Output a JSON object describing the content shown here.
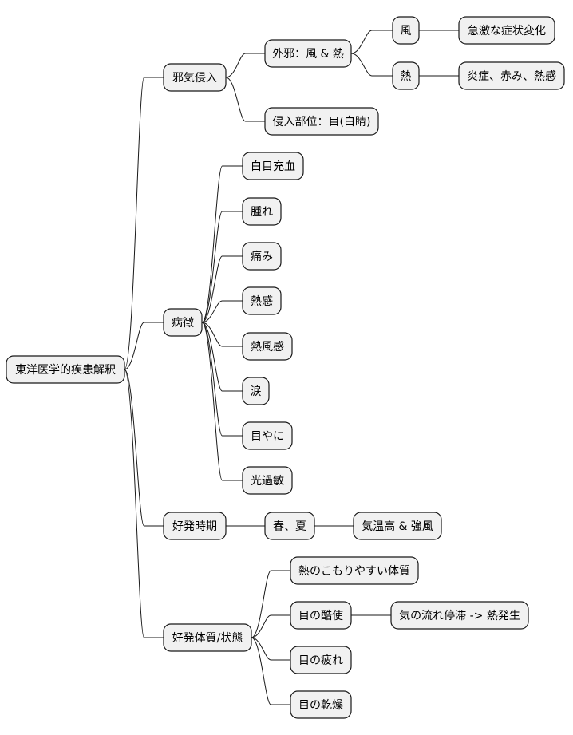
{
  "nodes": {
    "root": "東洋医学的疾患解釈",
    "b1": "邪気侵入",
    "b1_1": "外邪：風 & 熱",
    "b1_1_1": "風",
    "b1_1_1_1": "急激な症状変化",
    "b1_1_2": "熱",
    "b1_1_2_1": "炎症、赤み、熱感",
    "b1_2": "侵入部位：目(白睛)",
    "b2": "病徴",
    "b2_1": "白目充血",
    "b2_2": "腫れ",
    "b2_3": "痛み",
    "b2_4": "熱感",
    "b2_5": "熱風感",
    "b2_6": "涙",
    "b2_7": "目やに",
    "b2_8": "光過敏",
    "b3": "好発時期",
    "b3_1": "春、夏",
    "b3_1_1": "気温高 & 強風",
    "b4": "好発体質/状態",
    "b4_1": "熱のこもりやすい体質",
    "b4_2": "目の酷使",
    "b4_2_1": "気の流れ停滞 -> 熱発生",
    "b4_3": "目の疲れ",
    "b4_4": "目の乾燥"
  }
}
